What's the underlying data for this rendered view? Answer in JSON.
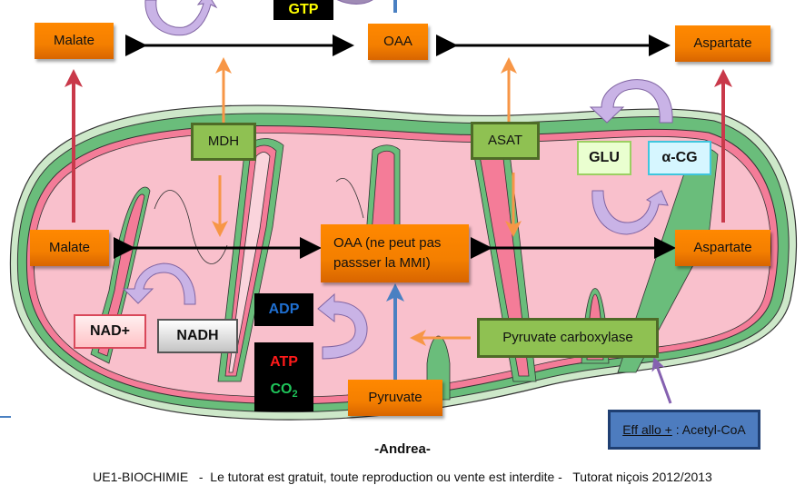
{
  "diagram": {
    "title": "Navette malate-aspartate / Pyruvate carboxylase",
    "cytosol": {
      "malate": "Malate",
      "oaa": "OAA",
      "aspartate": "Aspartate",
      "gtp": "GTP"
    },
    "enzymes": {
      "mdh": "MDH",
      "asat": "ASAT",
      "pyruvate_carboxylase": "Pyruvate carboxylase"
    },
    "matrix": {
      "malate": "Malate",
      "oaa_line1": "OAA (ne peut pas",
      "oaa_line2": "passser la MMI)",
      "aspartate": "Aspartate",
      "pyruvate": "Pyruvate"
    },
    "cofactors": {
      "nad_plus": "NAD+",
      "nadh": "NADH",
      "adp": "ADP",
      "atp": "ATP",
      "co2_base": "CO",
      "co2_sub": "2",
      "glu": "GLU",
      "alpha_cg": "α-CG"
    },
    "effector": {
      "label": "Eff allo +",
      "value": " : Acetyl-CoA"
    },
    "colors": {
      "adp": "#1f6fd1",
      "atp": "#ff1a1a",
      "co2": "#1fc45a",
      "gtp": "#ffff00"
    },
    "author": "-Andrea-",
    "footer": "UE1-BIOCHIMIE   -  Le tutorat est gratuit, toute reproduction ou vente est interdite -   Tutorat niçois 2012/2013"
  }
}
